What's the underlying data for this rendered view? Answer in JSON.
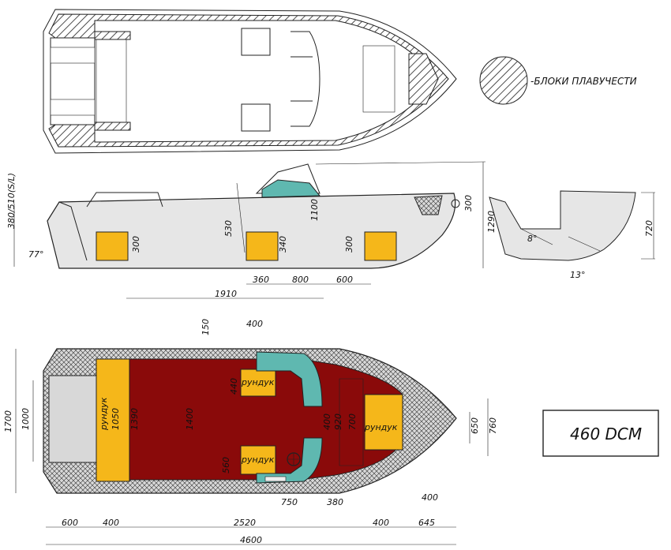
{
  "legend": {
    "label": "-БЛОКИ ПЛАВУЧЕСТИ"
  },
  "model_label": "460 DCM",
  "side_view": {
    "dims": {
      "height_front": "380/510(S/L)",
      "height_total": "1290",
      "windshield": "1100",
      "console": "530",
      "seat_a": "300",
      "seat_b": "340",
      "seat_c": "300",
      "bow": "300",
      "d360": "360",
      "d800": "800",
      "d600": "600",
      "d1910": "1910",
      "angle_transom": "77°"
    }
  },
  "transom_view": {
    "dims": {
      "height": "720",
      "deadrise": "8°",
      "angle": "13°"
    }
  },
  "plan_view": {
    "dims": {
      "top150": "150",
      "top400": "400",
      "beam": "1700",
      "inner1000": "1000",
      "bench": "1050",
      "d1390": "1390",
      "d1400": "1400",
      "d440": "440",
      "d560": "560",
      "d400v": "400",
      "d920": "920",
      "d700": "700",
      "d650": "650",
      "d760": "760",
      "d750": "750",
      "d380": "380",
      "d400bow": "400",
      "b600": "600",
      "b400a": "400",
      "b2520": "2520",
      "b400b": "400",
      "b645": "645",
      "length": "4600"
    },
    "labels": {
      "locker_bench": "рундук",
      "locker_top": "рундук",
      "locker_bottom": "рундук",
      "locker_bow": "рундук"
    }
  },
  "colors": {
    "buoyancy": "#f5b71a",
    "deck": "#8a0a0a",
    "console": "#5fb8b0",
    "hull": "#e8e8e8"
  }
}
